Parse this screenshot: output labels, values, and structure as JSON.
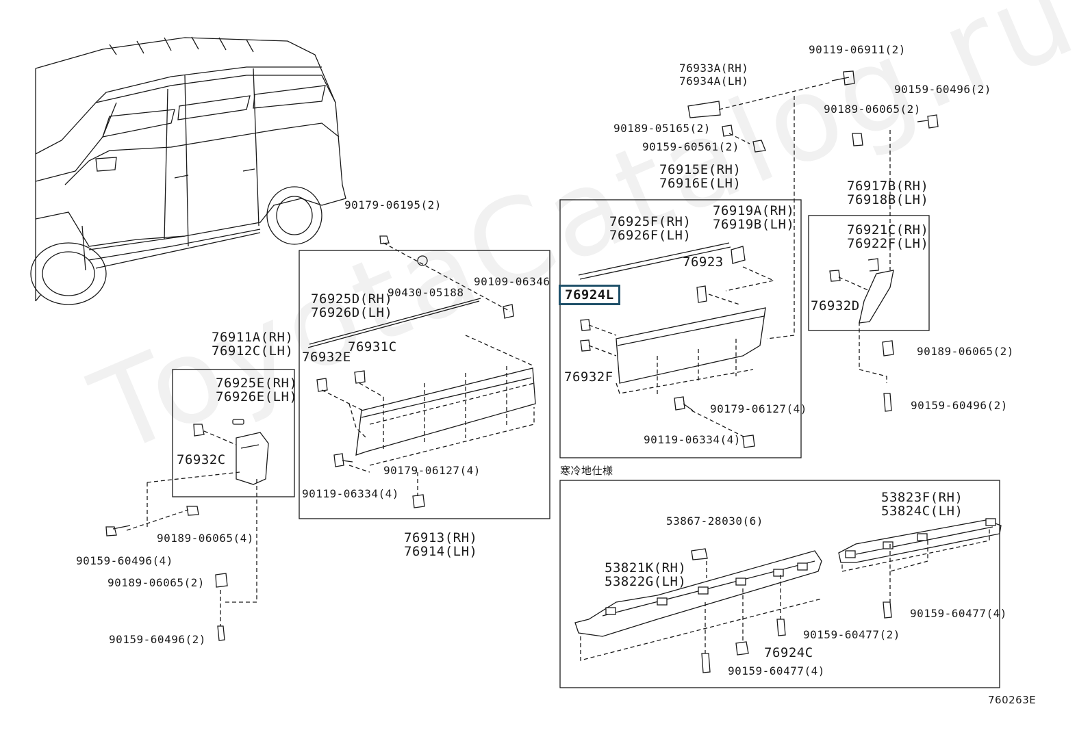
{
  "watermark": "ToyotaCatalog.ru",
  "diagram_code": "760263E",
  "section_label": "寒冷地仕様",
  "parts": {
    "p_76933A": "76933A(RH)\n76934A(LH)",
    "p_90119_06911": "90119-06911(2)",
    "p_90159_60496_2a": "90159-60496(2)",
    "p_90189_06065_2a": "90189-06065(2)",
    "p_90189_05165": "90189-05165(2)",
    "p_90159_60561": "90159-60561(2)",
    "p_76915E": "76915E(RH)\n76916E(LH)",
    "p_76917B": "76917B(RH)\n76918B(LH)",
    "p_76921C": "76921C(RH)\n76922F(LH)",
    "p_76932D": "76932D",
    "p_90189_06065_2b": "90189-06065(2)",
    "p_90159_60496_2b": "90159-60496(2)",
    "p_76925F": "76925F(RH)\n76926F(LH)",
    "p_76919A": "76919A(RH)\n76919B(LH)",
    "p_76923": "76923",
    "p_76924L": "76924L",
    "p_76932F": "76932F",
    "p_90179_06127_4a": "90179-06127(4)",
    "p_90119_06334_4a": "90119-06334(4)",
    "p_90179_06195": "90179-06195(2)",
    "p_90430_05188": "90430-05188",
    "p_90109_06346": "90109-06346",
    "p_76925D": "76925D(RH)\n76926D(LH)",
    "p_76932E": "76932E",
    "p_76931C": "76931C",
    "p_90179_06127_4b": "90179-06127(4)",
    "p_90119_06334_4b": "90119-06334(4)",
    "p_76913": "76913(RH)\n76914(LH)",
    "p_76911A": "76911A(RH)\n76912C(LH)",
    "p_76925E": "76925E(RH)\n76926E(LH)",
    "p_76932C": "76932C",
    "p_90189_06065_4": "90189-06065(4)",
    "p_90159_60496_4": "90159-60496(4)",
    "p_90189_06065_2c": "90189-06065(2)",
    "p_90159_60496_2c": "90159-60496(2)",
    "p_53867": "53867-28030(6)",
    "p_53823F": "53823F(RH)\n53824C(LH)",
    "p_53821K": "53821K(RH)\n53822G(LH)",
    "p_90159_60477_4a": "90159-60477(4)",
    "p_90159_60477_2": "90159-60477(2)",
    "p_76924C": "76924C",
    "p_90159_60477_4b": "90159-60477(4)"
  }
}
